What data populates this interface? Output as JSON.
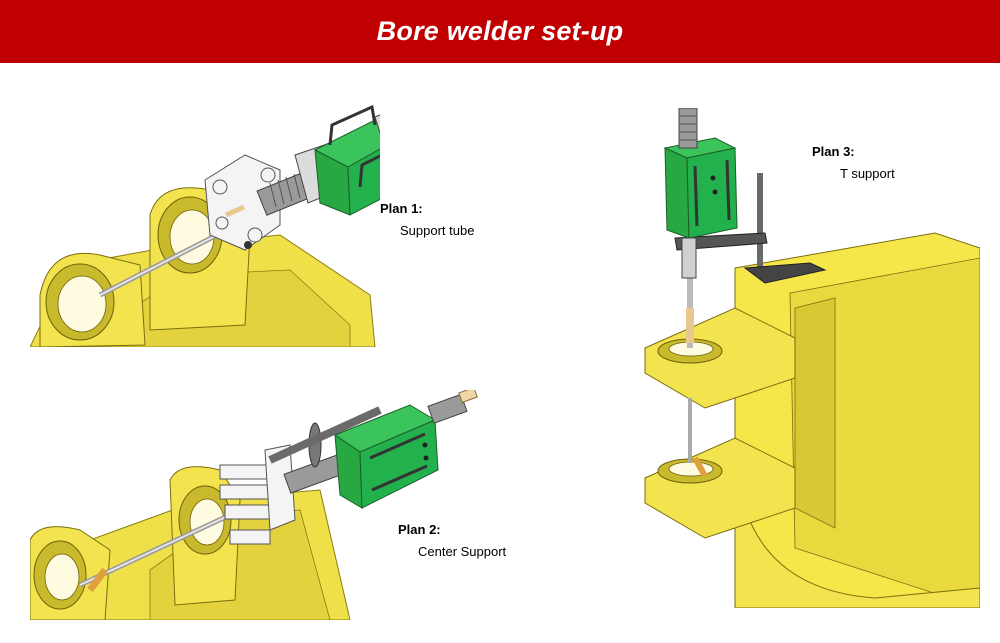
{
  "header": {
    "title": "Bore welder set-up"
  },
  "plans": [
    {
      "title": "Plan 1:",
      "desc": "Support tube"
    },
    {
      "title": "Plan 2:",
      "desc": "Center Support"
    },
    {
      "title": "Plan 3:",
      "desc": "T support"
    }
  ],
  "colors": {
    "header": "#c00000",
    "bucket_yellow": "#f5e64a",
    "welder_green": "#22b14c",
    "shaft_gray": "#8c8c8c"
  }
}
